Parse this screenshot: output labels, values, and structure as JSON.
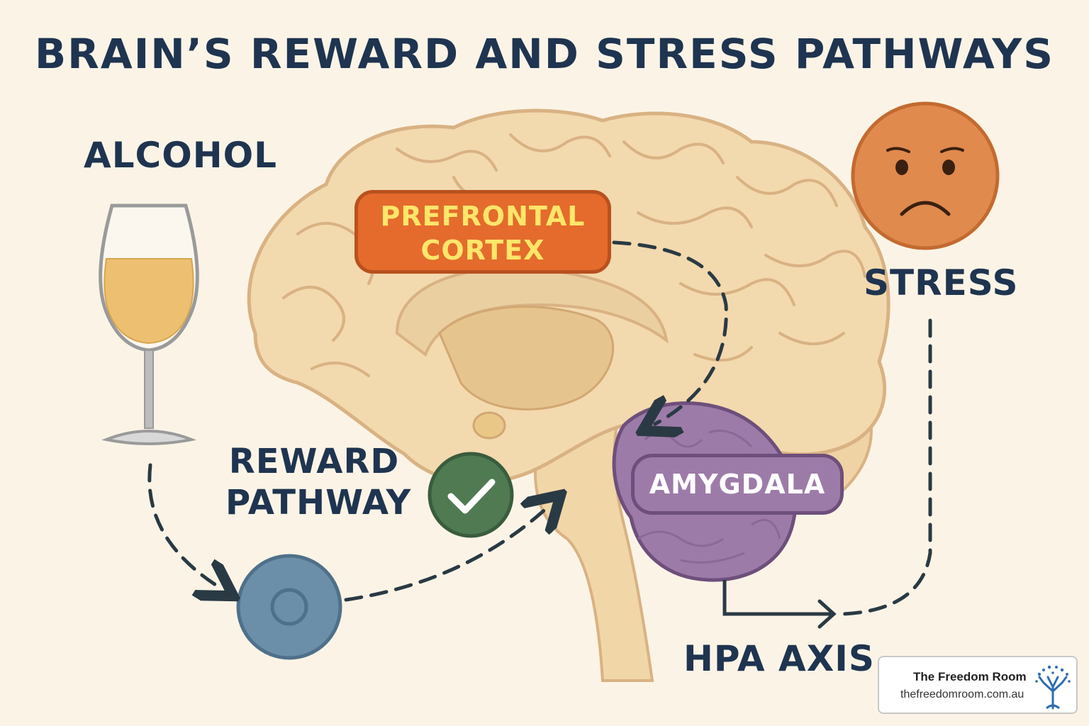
{
  "title": "BRAIN’S REWARD AND STRESS PATHWAYS",
  "labels": {
    "alcohol": "ALCOHOL",
    "reward_line1": "REWARD",
    "reward_line2": "PATHWAY",
    "stress": "STRESS",
    "hpa_axis": "HPA AXIS",
    "prefrontal_line1": "PREFRONTAL",
    "prefrontal_line2": "CORTEX",
    "amygdala": "AMYGDALA"
  },
  "logo": {
    "name": "The Freedom Room",
    "url": "thefreedomroom.com.au"
  },
  "colors": {
    "background": "#fbf4e6",
    "text": "#1f3450",
    "brain": "#f3d9ae",
    "prefrontal": "#e46b2c",
    "amygdala": "#9d7ba8",
    "reward_check": "#4f7a52",
    "neuron": "#6b8fa8",
    "stress_face": "#e08a4e",
    "wine": "#ecc070"
  },
  "icons": [
    "wine-glass-icon",
    "sad-face-icon",
    "checkmark-icon",
    "neuron-icon",
    "tree-logo-icon"
  ]
}
